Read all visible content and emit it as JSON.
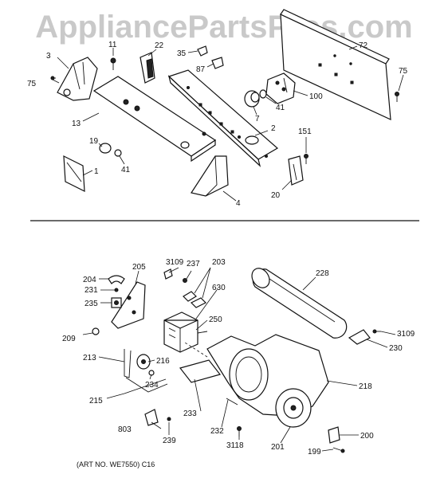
{
  "watermark": "AppliancePartsPros.com",
  "caption": "(ART NO. WE7550) C16",
  "top_callouts": {
    "c1": "1",
    "c2": "2",
    "c3": "3",
    "c4": "4",
    "c7": "7",
    "c11": "11",
    "c13": "13",
    "c19": "19",
    "c20": "20",
    "c22": "22",
    "c35": "35",
    "c41a": "41",
    "c41b": "41",
    "c72": "72",
    "c75a": "75",
    "c75b": "75",
    "c87": "87",
    "c100": "100",
    "c151": "151"
  },
  "bottom_callouts": {
    "c199": "199",
    "c200": "200",
    "c201": "201",
    "c203": "203",
    "c204": "204",
    "c205": "205",
    "c209": "209",
    "c213": "213",
    "c215": "215",
    "c216": "216",
    "c218": "218",
    "c228": "228",
    "c230": "230",
    "c231": "231",
    "c232": "232",
    "c233": "233",
    "c234": "234",
    "c235": "235",
    "c237": "237",
    "c239": "239",
    "c250": "250",
    "c630": "630",
    "c803": "803",
    "c3109a": "3109",
    "c3109b": "3109",
    "c3118": "3118"
  }
}
